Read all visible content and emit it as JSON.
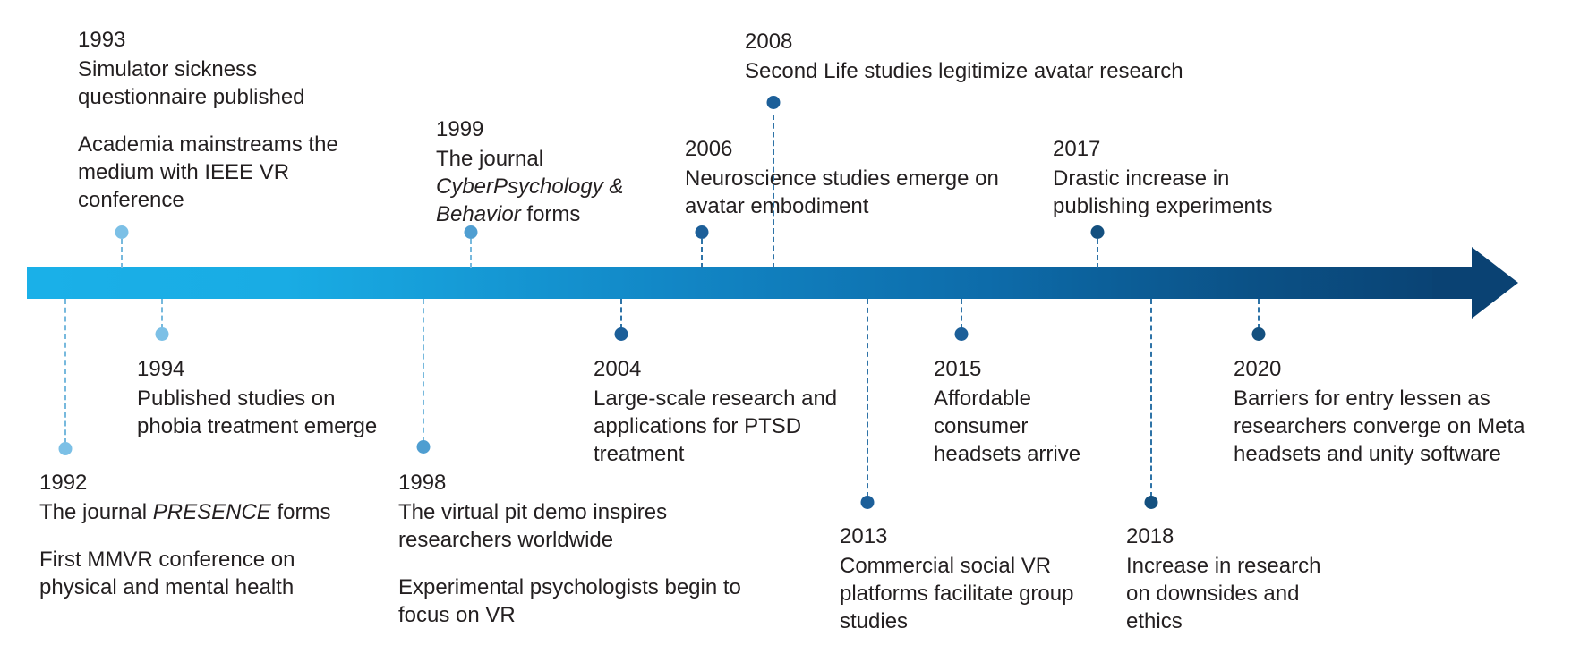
{
  "figure": {
    "type": "timeline",
    "orientation": "horizontal",
    "axis": {
      "name": "time-arrow",
      "direction": "left-to-right",
      "gradient_start_color": "#1ab0e8",
      "gradient_end_color": "#0a4273"
    },
    "colors": {
      "dot_light": "#7cc0e6",
      "dot_mid": "#4f9ed1",
      "dot_dark": "#1c5f99",
      "connector_light": "#77b9dd",
      "connector_dark": "#2e73a7",
      "text": "#231f20"
    }
  },
  "events": [
    {
      "id": "e1992",
      "year": "1992",
      "side": "below",
      "desc_pre": "The journal ",
      "desc_em": "PRESENCE",
      "desc_post": " forms",
      "desc2": "First MMVR conference on physical and mental health"
    },
    {
      "id": "e1993",
      "year": "1993",
      "side": "above",
      "desc": "Simulator sickness questionnaire published",
      "desc2": "Academia mainstreams the medium with IEEE VR conference"
    },
    {
      "id": "e1994",
      "year": "1994",
      "side": "below",
      "desc": "Published studies on phobia treatment emerge"
    },
    {
      "id": "e1998",
      "year": "1998",
      "side": "below",
      "desc": "The virtual pit demo inspires researchers worldwide",
      "desc2": "Experimental psychologists begin to focus on VR"
    },
    {
      "id": "e1999",
      "year": "1999",
      "side": "above",
      "desc_pre": "The journal ",
      "desc_em": "CyberPsychology & Behavior",
      "desc_post": " forms"
    },
    {
      "id": "e2004",
      "year": "2004",
      "side": "below",
      "desc": "Large-scale research and applications for PTSD treatment"
    },
    {
      "id": "e2006",
      "year": "2006",
      "side": "above",
      "desc": "Neuroscience studies emerge on avatar embodiment"
    },
    {
      "id": "e2008",
      "year": "2008",
      "side": "above",
      "desc": "Second Life studies legitimize avatar research"
    },
    {
      "id": "e2013",
      "year": "2013",
      "side": "below",
      "desc": "Commercial social VR platforms facilitate group studies"
    },
    {
      "id": "e2015",
      "year": "2015",
      "side": "below",
      "desc": "Affordable consumer headsets arrive"
    },
    {
      "id": "e2017",
      "year": "2017",
      "side": "above",
      "desc": "Drastic increase in publishing experiments"
    },
    {
      "id": "e2018",
      "year": "2018",
      "side": "below",
      "desc": "Increase in research on downsides and ethics"
    },
    {
      "id": "e2020",
      "year": "2020",
      "side": "below",
      "desc": "Barriers for entry lessen as researchers converge on Meta headsets and unity software"
    }
  ]
}
